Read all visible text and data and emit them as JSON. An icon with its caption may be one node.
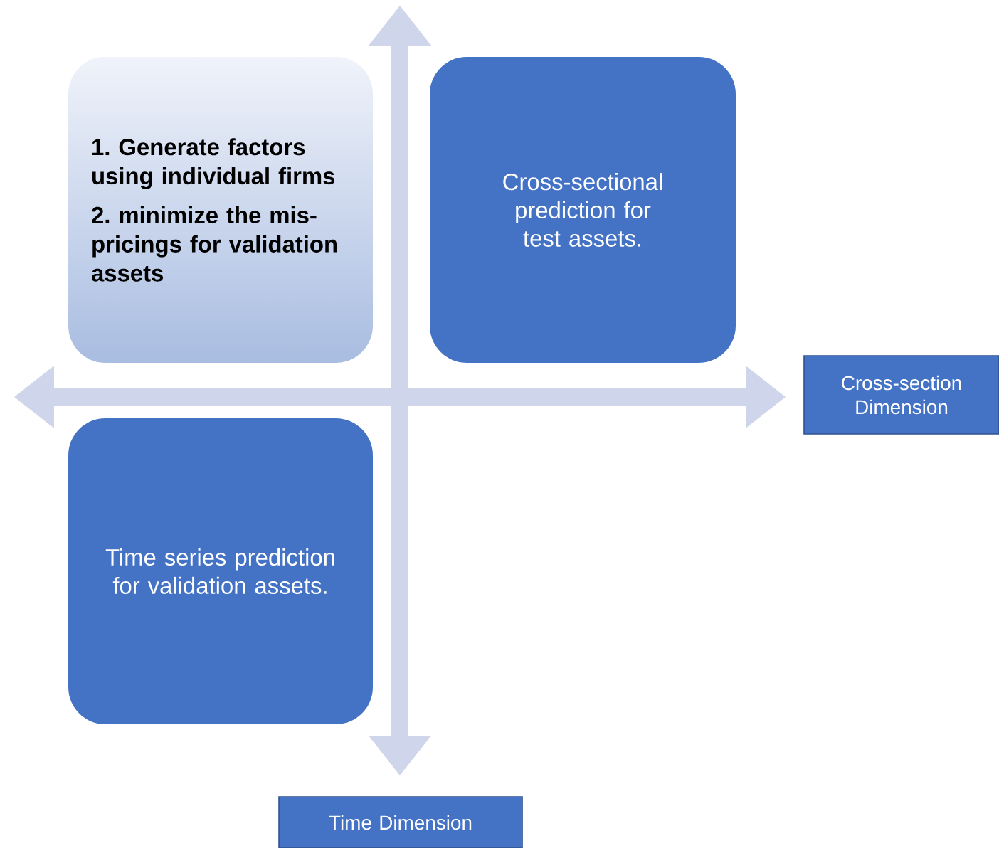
{
  "diagram": {
    "nodes": [
      {
        "text": [
          "1. Generate factors using individual firms",
          "2. minimize the mis-pricings for validation assets"
        ]
      },
      {
        "text": [
          "Cross-sectional prediction for test assets."
        ]
      },
      {
        "text": [
          "Time series prediction for validation assets."
        ]
      },
      {
        "text": [
          "Cross-section Dimension"
        ]
      },
      {
        "text": [
          "Time Dimension"
        ]
      }
    ]
  }
}
